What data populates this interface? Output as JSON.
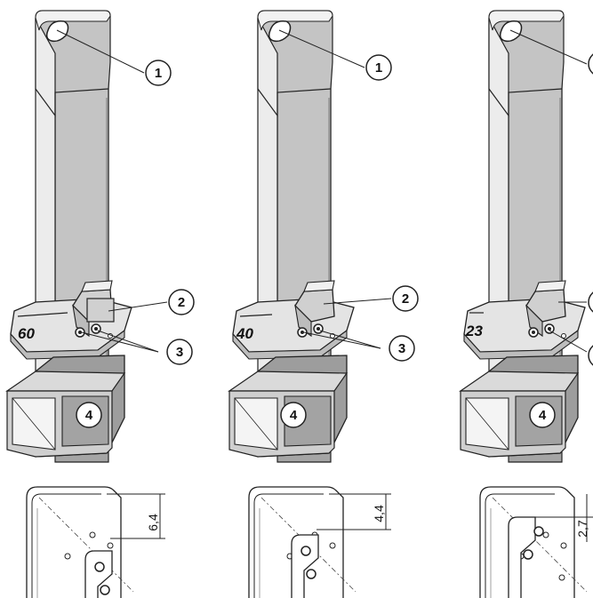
{
  "variants": [
    {
      "width_label": "60",
      "detail_dimension": "6,4"
    },
    {
      "width_label": "40",
      "detail_dimension": "4,4"
    },
    {
      "width_label": "23",
      "detail_dimension": "2,7"
    }
  ],
  "callouts": {
    "handle": "1",
    "plate": "2",
    "screws": "3",
    "socket": "4"
  },
  "colors": {
    "line": "#222222",
    "bar_light": "#eeeeee",
    "bar_mid": "#bdbdbd",
    "bar_dark": "#9a9a9a",
    "metal": "#d9d9d9"
  }
}
